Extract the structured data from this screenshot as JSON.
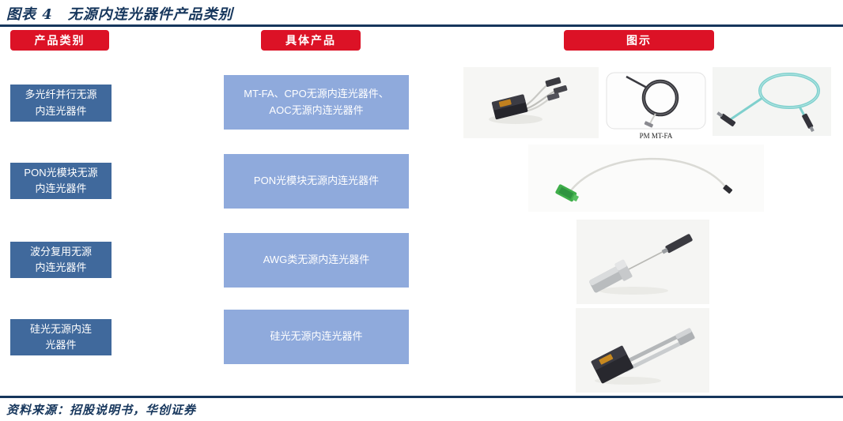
{
  "page": {
    "title": "图表 4　无源内连光器件产品类别",
    "source": "资料来源：招股说明书，华创证券"
  },
  "headers": {
    "category": "产品类别",
    "product": "具体产品",
    "illustration": "图示"
  },
  "rows": [
    {
      "category": "多光纤并行无源\n内连光器件",
      "product": "MT-FA、CPO无源内连光器件、\nAOC无源内连光器件"
    },
    {
      "category": "PON光模块无源\n内连光器件",
      "product": "PON光模块无源内连光器件"
    },
    {
      "category": "波分复用无源\n内连光器件",
      "product": "AWG类无源内连光器件"
    },
    {
      "category": "硅光无源内连\n光器件",
      "product": "硅光无源内连光器件"
    }
  ],
  "photos": {
    "pm_mtfa_caption": "PM MT-FA"
  },
  "colors": {
    "navy": "#16365C",
    "red": "#DC1226",
    "category_box": "#40699C",
    "product_box": "#8FAADC"
  }
}
